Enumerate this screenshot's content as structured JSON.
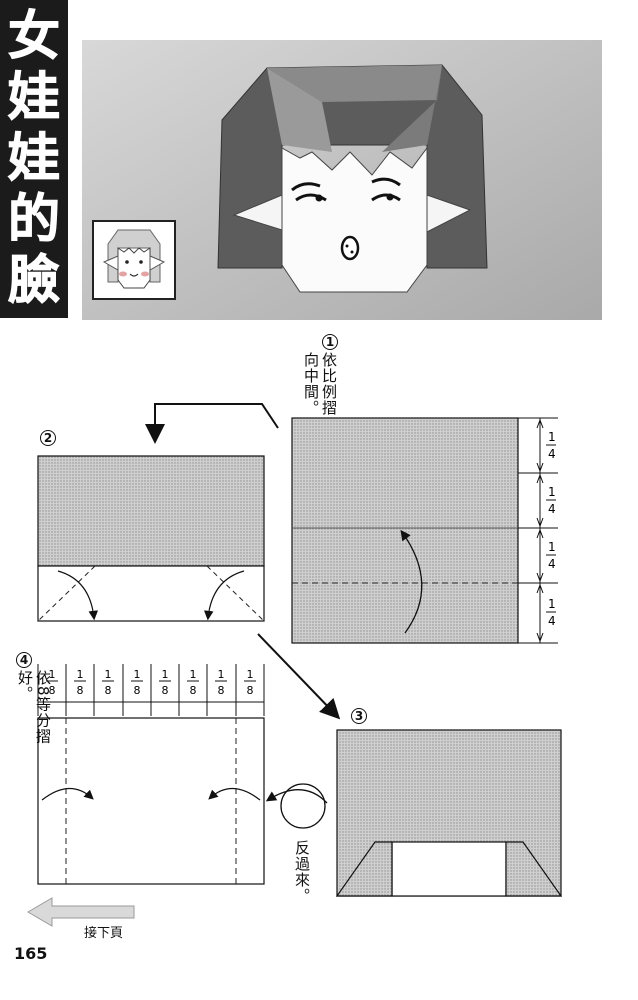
{
  "title": {
    "chars": [
      "女",
      "娃",
      "娃",
      "的",
      "臉"
    ]
  },
  "steps": {
    "step1": {
      "num": "1",
      "text": "依比例摺向中間。"
    },
    "step2": {
      "num": "2"
    },
    "step3": {
      "num": "3"
    },
    "step4": {
      "num": "4",
      "text": "依8等分摺好。"
    }
  },
  "fractions": {
    "quarter": {
      "numerator": "1",
      "denominator": "4"
    },
    "eighth": {
      "numerator": "1",
      "denominator": "8"
    }
  },
  "flip_label": "反過來。",
  "next_page_label": "接下頁",
  "page_number": "165",
  "colors": {
    "title_bg": "#1b1b1b",
    "paper_dotted": "#c9c9c9",
    "hair": "#5a5a5a"
  }
}
